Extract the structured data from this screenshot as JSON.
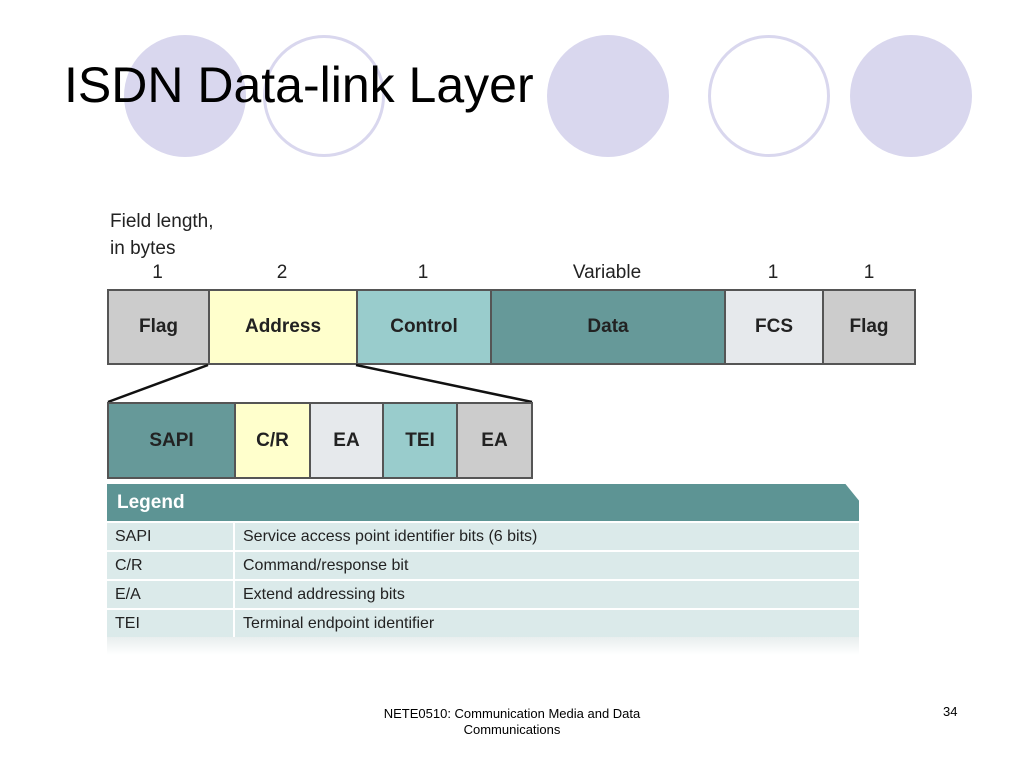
{
  "slide": {
    "title": "ISDN Data-link Layer",
    "footer_line1": "NETE0510: Communication Media and Data",
    "footer_line2": "Communications",
    "page_number": "34"
  },
  "diagram": {
    "field_length_line1": "Field length,",
    "field_length_line2": "in bytes",
    "fields": [
      {
        "label": "Flag",
        "length": "1",
        "color": "#cccccc"
      },
      {
        "label": "Address",
        "length": "2",
        "color": "#ffffcc"
      },
      {
        "label": "Control",
        "length": "1",
        "color": "#99cccc"
      },
      {
        "label": "Data",
        "length": "Variable",
        "color": "#669999"
      },
      {
        "label": "FCS",
        "length": "1",
        "color": "#e6e9ec"
      },
      {
        "label": "Flag",
        "length": "1",
        "color": "#cccccc"
      }
    ],
    "address_fields": [
      {
        "label": "SAPI",
        "color": "#669999"
      },
      {
        "label": "C/R",
        "color": "#ffffcc"
      },
      {
        "label": "EA",
        "color": "#e6e9ec"
      },
      {
        "label": "TEI",
        "color": "#99cccc"
      },
      {
        "label": "EA",
        "color": "#cccccc"
      }
    ]
  },
  "legend": {
    "title": "Legend",
    "rows": [
      {
        "term": "SAPI",
        "definition": "Service access point identifier bits (6 bits)"
      },
      {
        "term": "C/R",
        "definition": "Command/response bit"
      },
      {
        "term": "E/A",
        "definition": "Extend addressing bits"
      },
      {
        "term": "TEI",
        "definition": "Terminal endpoint identifier"
      }
    ]
  },
  "colors": {
    "circle_fill": "#d9d7ee",
    "legend_header": "#5d9494",
    "legend_row": "#dbeaea"
  }
}
